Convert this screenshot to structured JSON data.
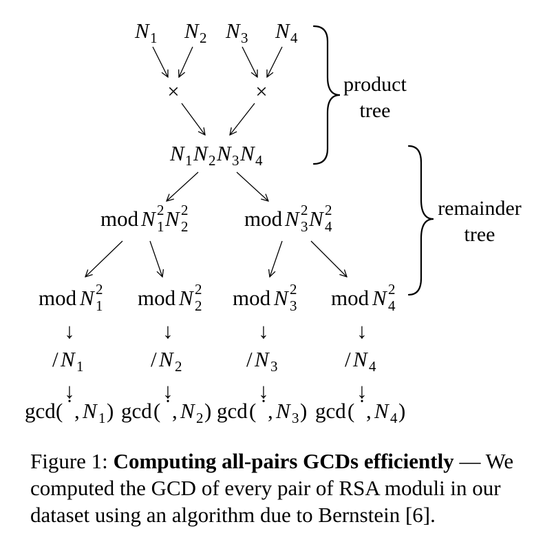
{
  "diagram": {
    "leaves": [
      {
        "base": "N",
        "sub": "1"
      },
      {
        "base": "N",
        "sub": "2"
      },
      {
        "base": "N",
        "sub": "3"
      },
      {
        "base": "N",
        "sub": "4"
      }
    ],
    "multiply_symbol": "×",
    "root_product": {
      "base": "N",
      "subs": [
        "1",
        "2",
        "3",
        "4"
      ]
    },
    "mod_prefix": "mod",
    "mod_pairs": [
      {
        "subs": [
          "1",
          "2"
        ],
        "exp": "2"
      },
      {
        "subs": [
          "3",
          "4"
        ],
        "exp": "2"
      }
    ],
    "mod_singles": [
      {
        "sub": "1",
        "exp": "2"
      },
      {
        "sub": "2",
        "exp": "2"
      },
      {
        "sub": "3",
        "exp": "2"
      },
      {
        "sub": "4",
        "exp": "2"
      }
    ],
    "divide_prefix": "/",
    "gcd_label": "gcd",
    "gcd_placeholder": "·",
    "down_arrow": "↓",
    "brace_product": [
      "product",
      "tree"
    ],
    "brace_remainder": [
      "remainder",
      "tree"
    ]
  },
  "caption": {
    "prefix": "Figure 1: ",
    "bold": "Computing all-pairs GCDs efficiently",
    "rest": " — We computed the GCD of every pair of RSA moduli in our dataset using an algorithm due to Bernstein [6]."
  }
}
